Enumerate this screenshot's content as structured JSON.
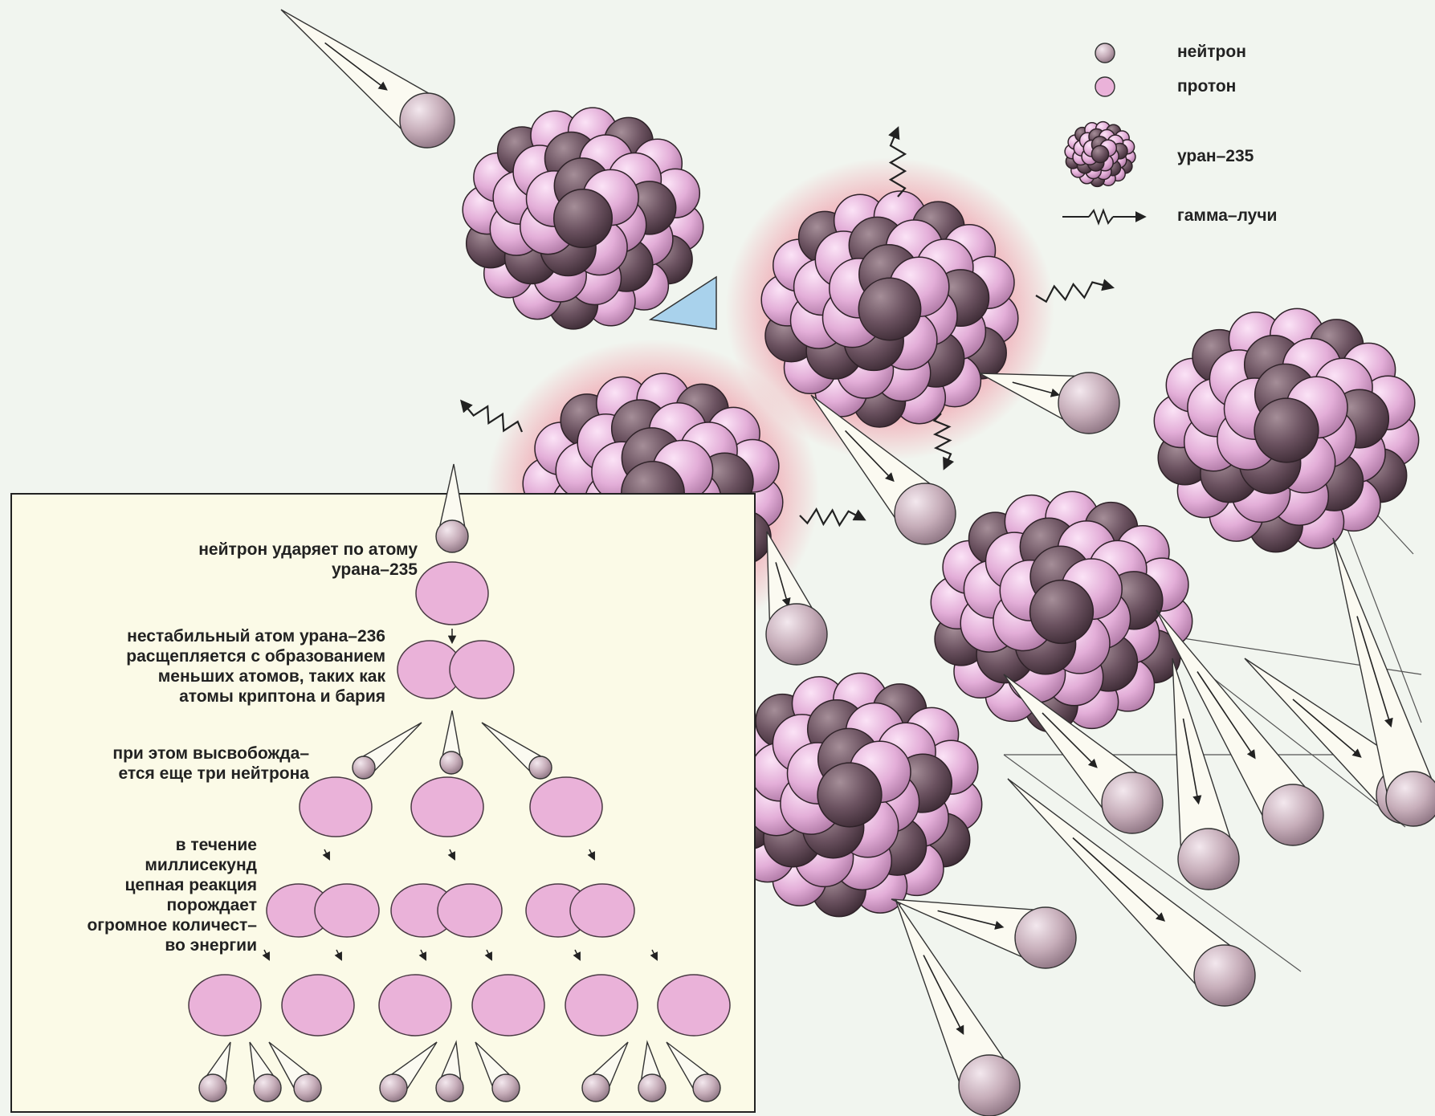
{
  "legend": {
    "neutron": "нейтрон",
    "proton": "протон",
    "uranium": "уран–235",
    "gamma": "гамма–лучи"
  },
  "steps": {
    "step1": "нейтрон ударяет по атому\nурана–235",
    "step2": "нестабильный атом урана–236\nрасщепляется с образованием\nменьших атомов, таких как\nатомы криптона и бария",
    "step3": "при этом высвобожда–\nется еще три нейтрона",
    "step4": "в течение\nмиллисекунд\nцепная реакция\nпорождает\nогромное количест–\nво энергии"
  },
  "colors": {
    "background": "#f1f5ef",
    "panel": "#fbfae7",
    "proton": "#e7b3dc",
    "neutron": "#6e5561",
    "glow": "#f28b9b",
    "flash": "#a9d2ec"
  }
}
